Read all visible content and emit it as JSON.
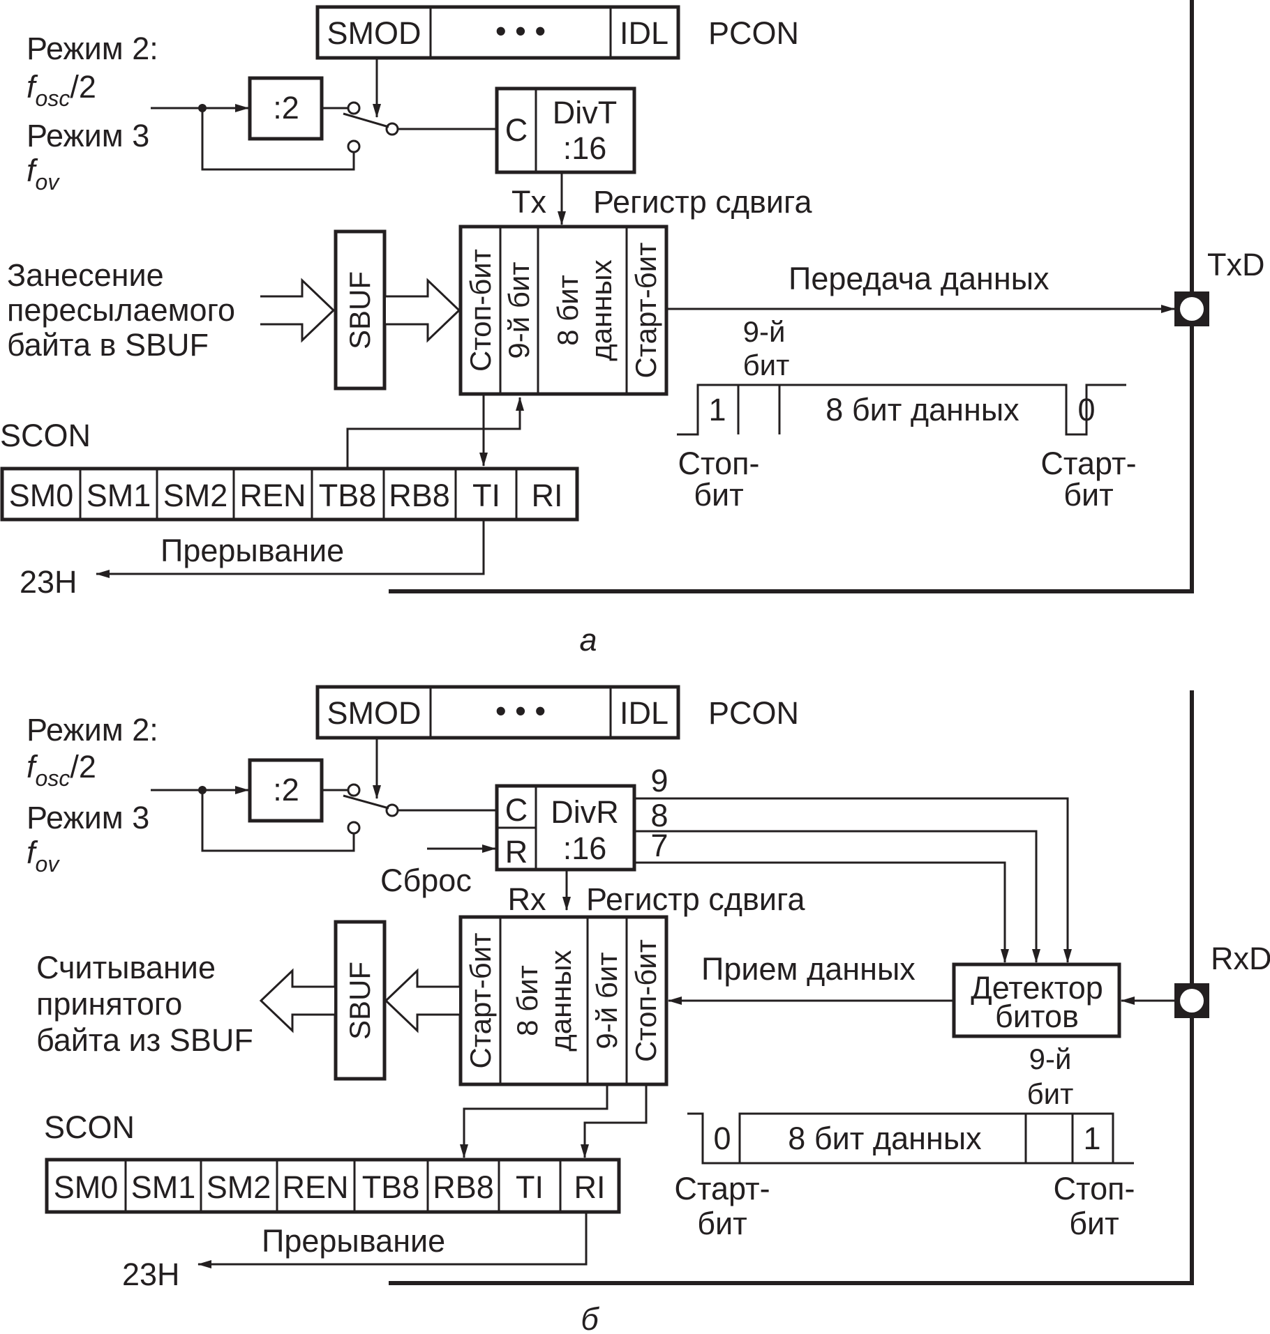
{
  "panel_a": {
    "caption": "а",
    "pcon": {
      "cells": [
        "SMOD",
        "• • •",
        "IDL"
      ],
      "label": "PCON"
    },
    "mode2": {
      "label": "Режим 2:",
      "freq": "f",
      "freq_sub": "osc",
      "freq_tail": "/2"
    },
    "mode3": {
      "label": "Режим 3",
      "freq": "f",
      "freq_sub": "ov"
    },
    "divider2": ":2",
    "counter": {
      "c": "C",
      "name": "DivT",
      "div": ":16"
    },
    "shift_label": "Регистр сдвига",
    "shift_clock": "Tx",
    "shift_cells": [
      "Стоп-бит",
      "9-й бит",
      "8 бит",
      "данных",
      "Старт-бит"
    ],
    "sbuf": "SBUF",
    "load_text": [
      "Занесение",
      "пересылаемого",
      "байта в SBUF"
    ],
    "transfer_label": "Передача данных",
    "pin": "TxD",
    "frame": {
      "ninth_label": [
        "9-й",
        "бит"
      ],
      "cells": [
        "1",
        "",
        "8 бит данных",
        "0"
      ],
      "left_label": [
        "Стоп-",
        "бит"
      ],
      "right_label": [
        "Старт-",
        "бит"
      ]
    },
    "scon_label": "SCON",
    "scon": [
      "SM0",
      "SM1",
      "SM2",
      "REN",
      "TB8",
      "RB8",
      "TI",
      "RI"
    ],
    "interrupt": "Прерывание",
    "vector": "23H"
  },
  "panel_b": {
    "caption": "б",
    "pcon": {
      "cells": [
        "SMOD",
        "• • •",
        "IDL"
      ],
      "label": "PCON"
    },
    "mode2": {
      "label": "Режим 2:",
      "freq": "f",
      "freq_sub": "osc",
      "freq_tail": "/2"
    },
    "mode3": {
      "label": "Режим 3",
      "freq": "f",
      "freq_sub": "ov"
    },
    "divider2": ":2",
    "counter": {
      "c": "C",
      "r": "R",
      "name": "DivR",
      "div": ":16",
      "outputs": [
        "9",
        "8",
        "7"
      ]
    },
    "reset_label": "Сброс",
    "shift_label": "Регистр сдвига",
    "shift_clock": "Rx",
    "shift_cells": [
      "Старт-бит",
      "8 бит",
      "данных",
      "9-й бит",
      "Стоп-бит"
    ],
    "sbuf": "SBUF",
    "read_text": [
      "Считывание",
      "принятого",
      "байта из SBUF"
    ],
    "receive_label": "Прием данных",
    "detector": [
      "Детектор",
      "битов"
    ],
    "pin": "RxD",
    "frame": {
      "ninth_label": [
        "9-й",
        "бит"
      ],
      "cells": [
        "0",
        "8 бит данных",
        "",
        "1"
      ],
      "left_label": [
        "Старт-",
        "бит"
      ],
      "right_label": [
        "Стоп-",
        "бит"
      ]
    },
    "scon_label": "SCON",
    "scon": [
      "SM0",
      "SM1",
      "SM2",
      "REN",
      "TB8",
      "RB8",
      "TI",
      "RI"
    ],
    "interrupt": "Прерывание",
    "vector": "23H"
  }
}
